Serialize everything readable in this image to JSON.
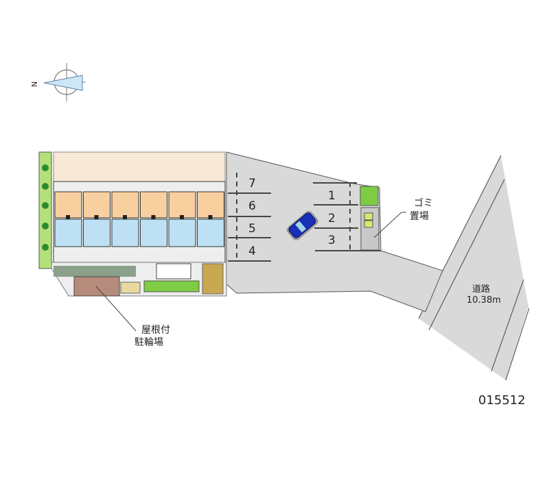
{
  "compass": {
    "north_label": "N"
  },
  "parking": {
    "spaces_left": [
      "7",
      "6",
      "5",
      "4"
    ],
    "spaces_right": [
      "1",
      "2",
      "3"
    ]
  },
  "labels": {
    "garbage_line1": "ゴミ",
    "garbage_line2": "置場",
    "bike_line1": "屋根付",
    "bike_line2": "駐輪場",
    "road_line1": "道路",
    "road_line2": "10.38m"
  },
  "property_id": "015512",
  "colors": {
    "paving": "#d9d9d9",
    "room": "#f8cf9f",
    "wet": "#bde0f5",
    "green": "#7fcc44",
    "car": "#1a2fb8"
  }
}
